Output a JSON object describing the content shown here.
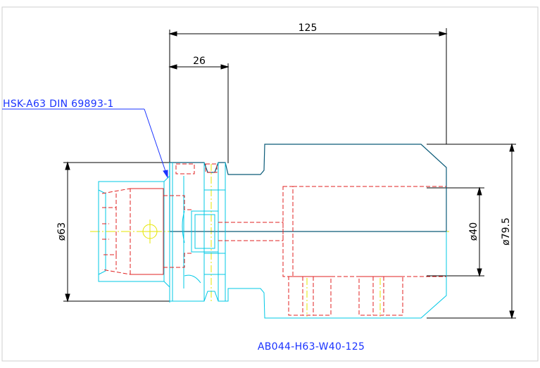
{
  "drawing": {
    "dimensions": {
      "overall_length": "125",
      "flange_length": "26",
      "shank_diameter": "ø63",
      "bore_diameter": "ø40",
      "body_diameter": "ø79.5"
    },
    "leader_label": "HSK-A63 DIN 69893-1",
    "part_number": "AB044-H63-W40-125",
    "colors": {
      "outline": "#0a5a78",
      "hidden": "#e02020",
      "shank": "#00c8e6",
      "center": "#e6e600",
      "leader": "#1a33ff",
      "dimension": "#000000"
    }
  }
}
